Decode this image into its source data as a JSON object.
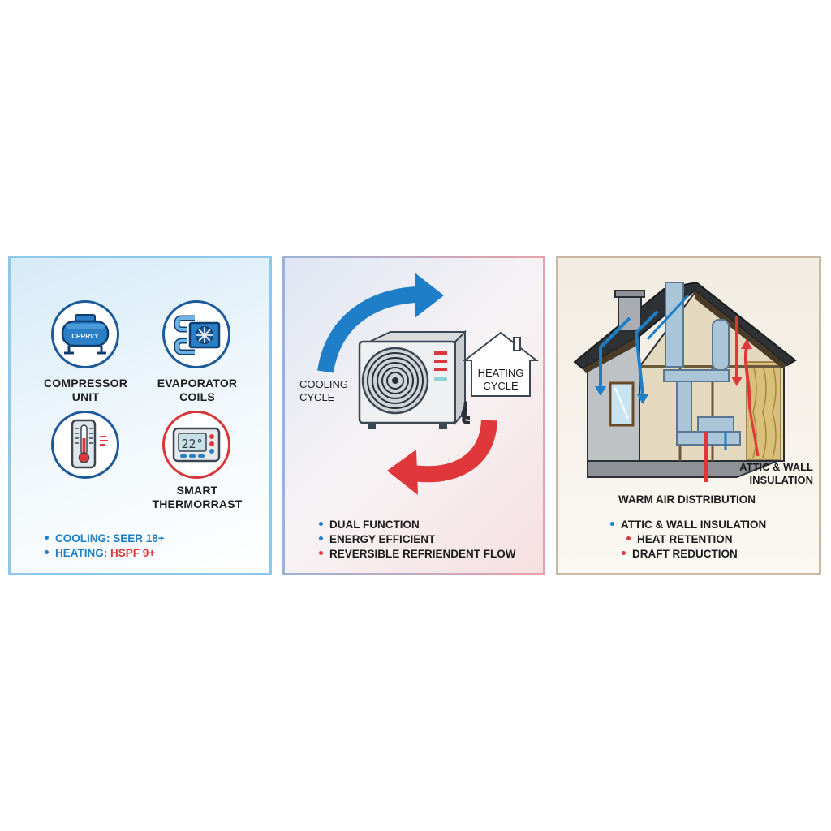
{
  "panel1": {
    "compressor_label": "COMPRESSOR\nUNIT",
    "compressor_tank_text": "CPRRVY",
    "evaporator_label": "EVAPORATOR\nCOILS",
    "thermostat_label": "SMART\nTHERMORRAST",
    "thermostat_display": "22°",
    "bullets": [
      {
        "prefix": "COOLING: ",
        "value": "SEER 18+"
      },
      {
        "prefix": "HEATING: ",
        "value": "HSPF 9+"
      }
    ]
  },
  "panel2": {
    "cooling_label": "COOLING\nCYCLE",
    "heating_label": "HEATING\nCYCLE",
    "bullets": [
      "DUAL FUNCTION",
      "ENERGY EFFICIENT",
      "REVERSIBLE REFRIENDENT FLOW"
    ]
  },
  "panel3": {
    "insulation_label": "ATTIC & WALL\nINSULATION",
    "distribution_label": "WARM AIR DISTRIBUTION",
    "bullets": [
      "ATTIC & WALL INSULATION",
      "HEAT RETENTION",
      "DRAFT REDUCTION"
    ]
  },
  "colors": {
    "blue": "#1e7fc8",
    "red": "#e0383a",
    "navy": "#1d5a9a"
  }
}
